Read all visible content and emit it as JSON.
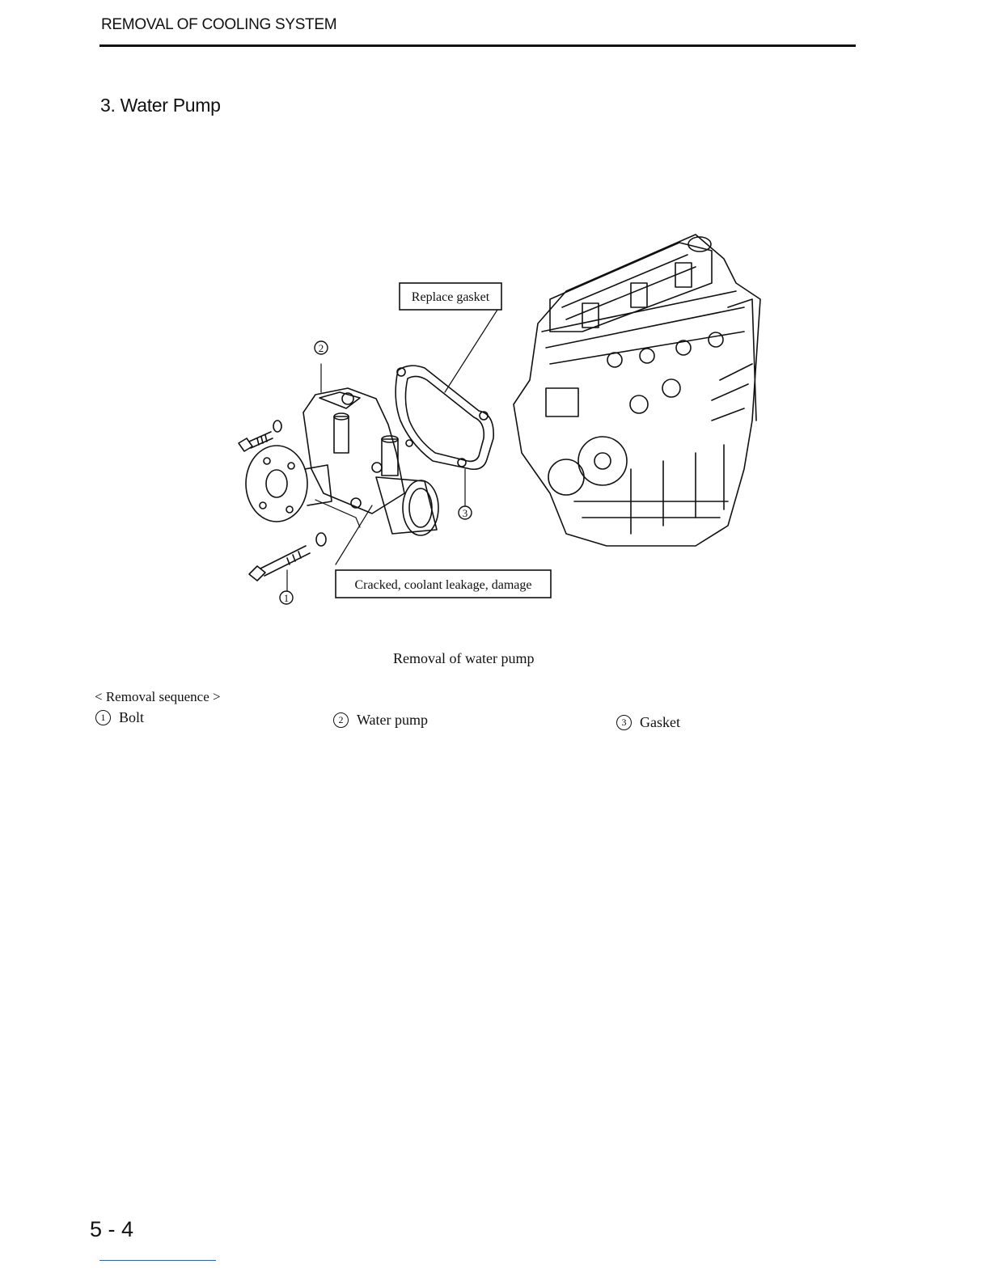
{
  "header": {
    "title": "REMOVAL OF COOLING SYSTEM"
  },
  "section": {
    "title": "3.  Water Pump"
  },
  "figure": {
    "callouts": {
      "replace_gasket": "Replace gasket",
      "cracked": "Cracked, coolant leakage, damage"
    },
    "markers": {
      "one": "1",
      "two": "2",
      "three": "3"
    },
    "caption": "Removal of water pump"
  },
  "sequence": {
    "title": "< Removal sequence >",
    "items": [
      {
        "num": "1",
        "label": "Bolt"
      },
      {
        "num": "2",
        "label": "Water pump"
      },
      {
        "num": "3",
        "label": "Gasket"
      }
    ]
  },
  "footer": {
    "page_number": "5 - 4"
  }
}
